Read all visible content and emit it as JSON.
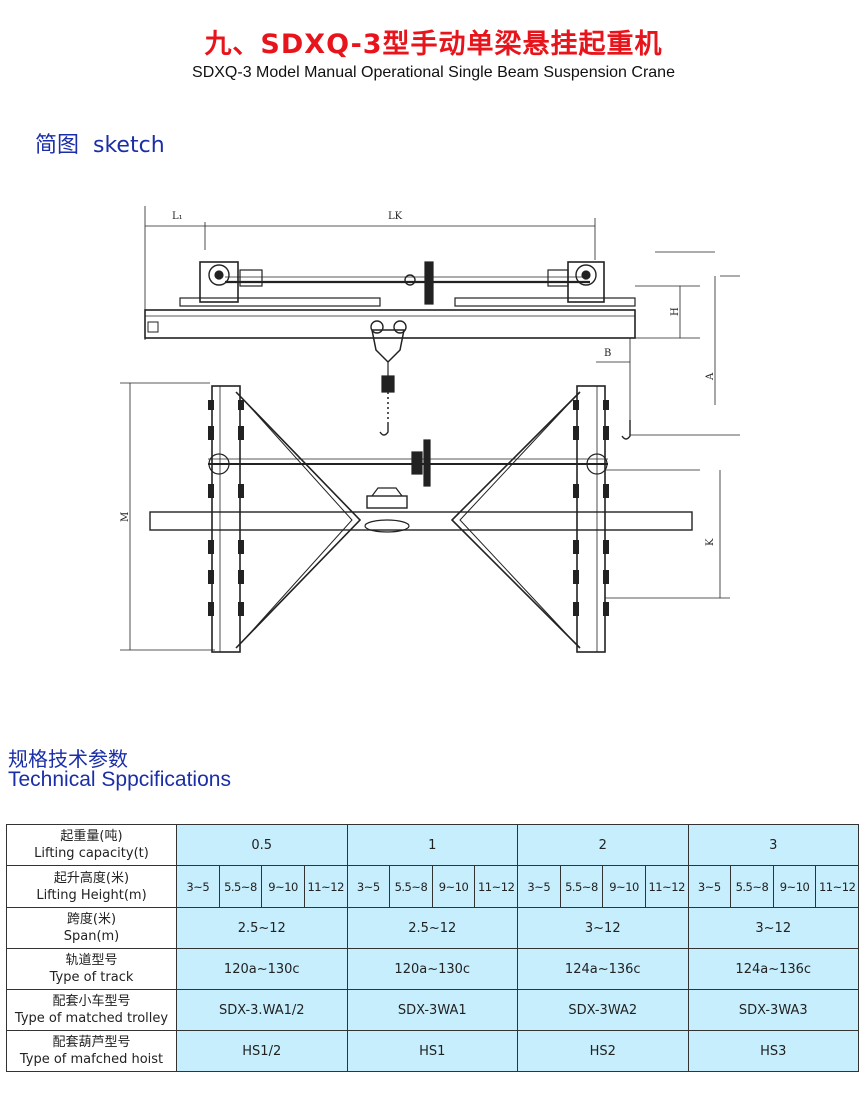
{
  "header": {
    "title_cn": "九、SDXQ-3型手动单梁悬挂起重机",
    "title_en": "SDXQ-3 Model Manual Operational Single Beam Suspension Crane"
  },
  "sketch": {
    "label_cn": "简图",
    "label_en": "sketch",
    "dimension_labels": {
      "l1": "L₁",
      "lk": "LK",
      "h": "H",
      "b": "B",
      "a": "A",
      "m": "M",
      "k": "K"
    }
  },
  "specs": {
    "heading_cn": "规格技术参数",
    "heading_en": "Technical Sppcifications",
    "rows": [
      {
        "label_cn": "起重量(吨)",
        "label_en": "Lifting capacity(t)",
        "values": [
          "0.5",
          "1",
          "2",
          "3"
        ]
      },
      {
        "label_cn": "起升高度(米)",
        "label_en": "Lifting Height(m)",
        "values": [
          "3~5",
          "5.5~8",
          "9~10",
          "11~12",
          "3~5",
          "5.5~8",
          "9~10",
          "11~12",
          "3~5",
          "5.5~8",
          "9~10",
          "11~12",
          "3~5",
          "5.5~8",
          "9~10",
          "11~12"
        ]
      },
      {
        "label_cn": "跨度(米)",
        "label_en": "Span(m)",
        "values": [
          "2.5~12",
          "2.5~12",
          "3~12",
          "3~12"
        ]
      },
      {
        "label_cn": "轨道型号",
        "label_en": "Type of track",
        "values": [
          "120a~130c",
          "120a~130c",
          "124a~136c",
          "124a~136c"
        ]
      },
      {
        "label_cn": "配套小车型号",
        "label_en": "Type of matched trolley",
        "values": [
          "SDX-3.WA1/2",
          "SDX-3WA1",
          "SDX-3WA2",
          "SDX-3WA3"
        ]
      },
      {
        "label_cn": "配套葫芦型号",
        "label_en": "Type of mafched hoist",
        "values": [
          "HS1/2",
          "HS1",
          "HS2",
          "HS3"
        ]
      }
    ]
  },
  "colors": {
    "title_red": "#e8141b",
    "heading_blue": "#1a2ea8",
    "cell_blue": "#c6eefc"
  }
}
